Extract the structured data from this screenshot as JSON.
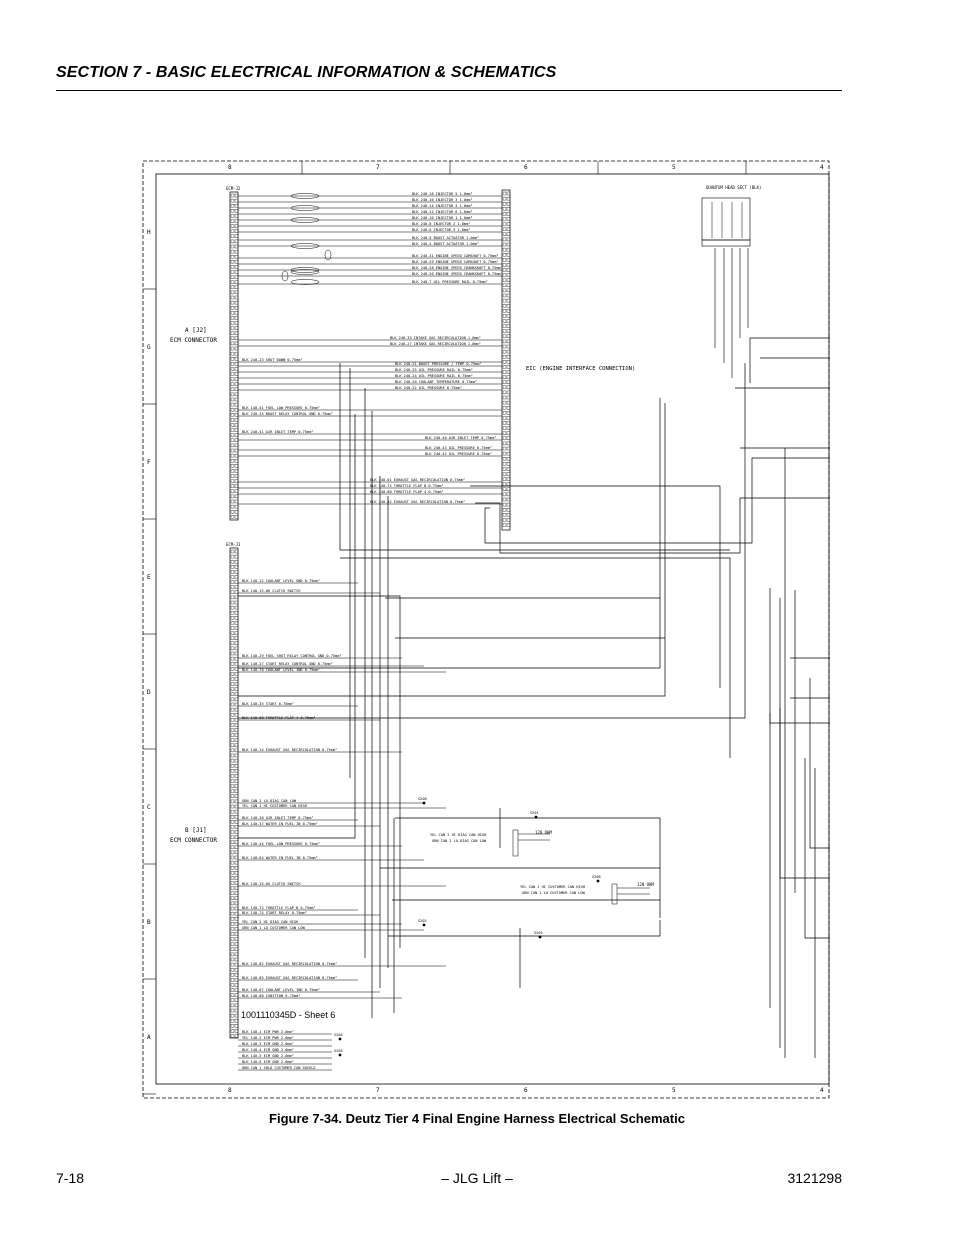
{
  "header": {
    "section_title": "SECTION 7 - BASIC ELECTRICAL INFORMATION & SCHEMATICS"
  },
  "schematic": {
    "grid_columns": [
      "8",
      "7",
      "6",
      "5",
      "4"
    ],
    "grid_rows": [
      "H",
      "G",
      "F",
      "E",
      "D",
      "C",
      "B",
      "A"
    ],
    "labels": {
      "ecm_connector_a": "A [J2]",
      "ecm_connector_a2": "ECM CONNECTOR",
      "ecm_connector_b": "B [J1]",
      "ecm_connector_b2": "ECM CONNECTOR",
      "interface": "EIC (ENGINE INTERFACE CONNECTION)",
      "sheet_ref": "1001110345D - Sheet 6",
      "fuel_header": "QUANTUM HEAD SECT (BLK)",
      "lbl_120ohm_1": "120 OHM",
      "lbl_120ohm_2": "120 OHM",
      "lbl_ecm_j2": "ECM-J2",
      "lbl_ecm_j1": "ECM-J1"
    },
    "wires_a": [
      "BLK 240-18 INJECTOR 5 1.0mm²",
      "BLK 240-16 INJECTOR 3 1.0mm²",
      "BLK 240-14 INJECTOR 4 1.0mm²",
      "BLK 240-12 INJECTOR 6 1.0mm²",
      "BLK 240-10 INJECTOR 1 1.0mm²",
      "BLK 240-8 INJECTOR 2 1.0mm²",
      "BLK 240-6 INJECTOR 3 1.0mm²",
      "BLK 240-5 BOOST ACTUATOR 1.0mm²",
      "BLK 240-4 BOOST ACTUATOR 1.0mm²",
      "BLK 240-31 ENGINE SPEED CAMSHAFT 0.75mm²",
      "BLK 240-29 ENGINE SPEED CAMSHAFT 0.75mm²",
      "BLK 240-28 ENGINE SPEED CRANKSHAFT 0.75mm²",
      "BLK 240-26 ENGINE SPEED CRANKSHAFT 0.75mm²",
      "BLK 240-7 OIL PRESSURE RAIL 0.75mm²",
      "BLK 240-33 INTAKE GAS RECIRCULATION 1.0mm²",
      "BLK 240-27 INTAKE GAS RECIRCULATION 1.0mm²",
      "BLK 240-23 SHUT DOWN 0.75mm²",
      "BLK 240-21 BOOST PRESSURE / TEMP 0.75mm²",
      "BLK 240-25 OIL PRESSURE RAIL 0.75mm²",
      "BLK 240-24 OIL PRESSURE RAIL 0.75mm²",
      "BLK 240-20 COOLANT TEMPERATURE 0.75mm²",
      "BLK 240-22 OIL PRESSURE 0.75mm²",
      "BLK 140-51 FUEL LOW PRESSURE 0.75mm²",
      "BLK 240-35 BOOST RELAY CONTROL GND 0.75mm²",
      "BLK 240-41 AIR INLET TEMP 0.75mm²",
      "BLK 240-40 AIR INLET TEMP 0.75mm²",
      "BLK 240-43 OIL PRESSURE 0.75mm²",
      "BLK 240-42 OIL PRESSURE 0.75mm²",
      "BLK 140-01 EXHAUST GAS RECIRCULATION 0.75mm²",
      "BLK 140-72 THROTTLE FLAP B 0.75mm²",
      "BLK 140-80 THROTTLE FLAP 4 0.75mm²",
      "BLK 140-82 EXHAUST GAS RECIRCULATION 0.75mm²"
    ],
    "wires_b": [
      "BLK 140-12 COOLANT LEVEL GND 0.75mm²",
      "BLK 140-15-06 CLUTCH SWITCH",
      "BLK 140-29 FUEL SHUT RELAY CONTROL GND 0.75mm²",
      "BLK 140-27 START RELAY CONTROL GND 0.75mm²",
      "BLK 140-70 COOLANT LEVEL IND 0.75mm²",
      "BLK 140-35 START 0.75mm²",
      "BLK 140-68 THROTTLE FLAP 4 0.75mm²",
      "BLK 140-14 EXHAUST GAS RECIRCULATION 0.75mm²",
      "GRN CAN 2 LO DIAG CAN LOW",
      "YEL CAN 1 HI CUSTOMER CAN HIGH",
      "BLK 140-30 AIR INLET TEMP 0.75mm²",
      "BLK 140-37 WATER IN FUEL IN 0.75mm²",
      "BLK 140-44 FUEL LOW PRESSURE 0.75mm²",
      "BLK 140-64 WATER IN FUEL IN 0.75mm²",
      "BLK 140-15-05 CLUTCH SWITCH",
      "BLK 140-72 THROTTLE FLAP B 0.75mm²",
      "BLK 140-74 START RELAY 0.75mm²",
      "YEL CAN 2 HI DIAG CAN HIGH",
      "GRN CAN 1 LO CUSTOMER CAN LOW",
      "BLK 140-82 EXHAUST GAS RECIRCULATION 0.75mm²",
      "BLK 140-85 EXHAUST GAS RECIRCULATION 0.75mm²",
      "BLK 140-67 COOLANT LEVEL IND 0.75mm²",
      "BLK 140-88 IGNITION 0.75mm²"
    ],
    "wires_c": [
      "BLK 140-1 ECM PWR 2.0mm²",
      "YEL 140-2 ECM PWR 2.0mm²",
      "BLK 140-3 ECM GND 2.0mm²",
      "BLK 140-4 ECM GND 2.0mm²",
      "BLK 140-5 ECM GND 2.0mm²",
      "BLK 140-6 ECM GND 2.0mm²",
      "ORN CAN 1 SHLD CUSTOMER CAN SHIELD"
    ],
    "can_labels": [
      "YEL CAN 2 HI DIAG CAN HIGH",
      "GRN CAN 2 LO DIAG CAN LOW",
      "YEL CAN 1 HI CUSTOMER CAN HIGH",
      "GRN CAN 1 LO CUSTOMER CAN LOW"
    ],
    "splices": [
      "S200",
      "S201",
      "S202",
      "S203",
      "S204",
      "S205",
      "S206"
    ]
  },
  "figure": {
    "caption": "Figure 7-34.  Deutz Tier 4 Final Engine Harness Electrical Schematic"
  },
  "footer": {
    "page_number": "7-18",
    "center": "– JLG Lift –",
    "doc_number": "3121298"
  }
}
